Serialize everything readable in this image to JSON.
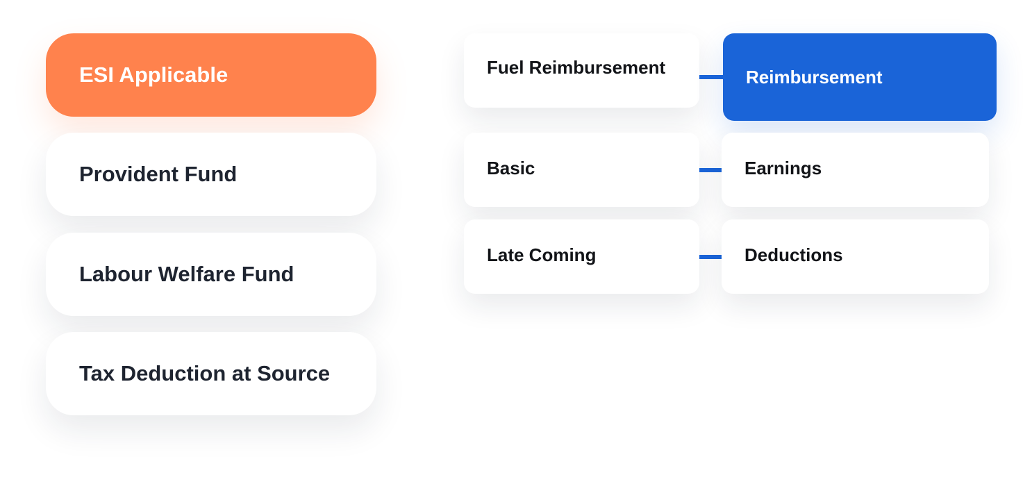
{
  "compliance": {
    "items": [
      "ESI Applicable",
      "Provident Fund",
      "Labour Welfare Fund",
      "Tax Deduction at Source"
    ]
  },
  "mappings": [
    {
      "component": "Fuel Reimbursement",
      "category": "Reimbursement"
    },
    {
      "component": "Basic",
      "category": "Earnings"
    },
    {
      "component": "Late Coming",
      "category": "Deductions"
    }
  ],
  "colors": {
    "active_pill": "#ff824d",
    "highlight": "#1a64d8",
    "connector": "#1a64d8",
    "text_dark": "#1e2430"
  }
}
